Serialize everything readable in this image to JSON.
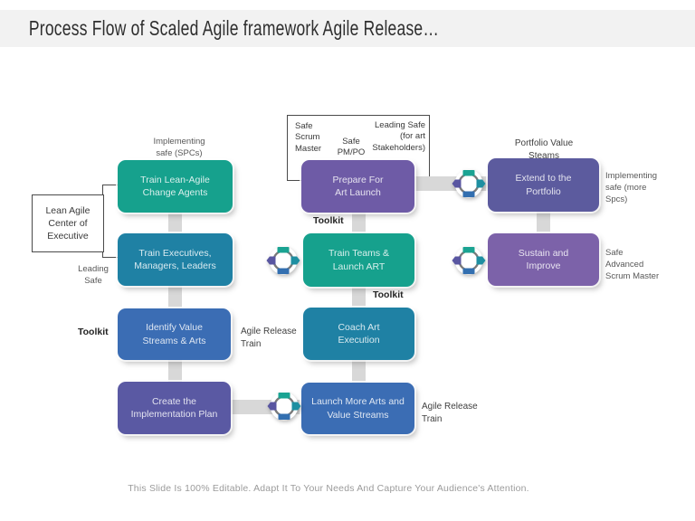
{
  "title": "Process Flow of Scaled Agile framework Agile Release…",
  "footer": "This Slide Is 100% Editable. Adapt It To Your Needs And Capture Your Audience's Attention.",
  "nodes": [
    {
      "id": "train-lean-agile-change-agents",
      "label": "Train Lean-Agile\nChange Agents",
      "color": "#16a18d"
    },
    {
      "id": "train-executives-managers-leaders",
      "label": "Train Executives,\nManagers, Leaders",
      "color": "#1f81a4"
    },
    {
      "id": "identify-value-streams-arts",
      "label": "Identify Value\nStreams & Arts",
      "color": "#3b6db4"
    },
    {
      "id": "create-implementation-plan",
      "label": "Create the\nImplementation Plan",
      "color": "#5a59a3"
    },
    {
      "id": "prepare-for-art-launch",
      "label": "Prepare For\nArt Launch",
      "color": "#6e5ba6"
    },
    {
      "id": "train-teams-launch-art",
      "label": "Train Teams &\nLaunch ART",
      "color": "#16a18d"
    },
    {
      "id": "coach-art-execution",
      "label": "Coach Art\nExecution",
      "color": "#1f81a4"
    },
    {
      "id": "launch-more-arts-value-streams",
      "label": "Launch More Arts  and\nValue Streams",
      "color": "#3b6db4"
    },
    {
      "id": "extend-to-the-portfolio",
      "label": "Extend to the\nPortfolio",
      "color": "#5c5b9e"
    },
    {
      "id": "sustain-and-improve",
      "label": "Sustain and\nImprove",
      "color": "#7c62a9"
    }
  ],
  "callouts": {
    "lean_agile_center": {
      "text": "Lean Agile\nCenter of\nExecutive"
    },
    "roles": {
      "scrum_master": "Safe\nScrum\nMaster",
      "pm_po": "Safe\nPM/PO",
      "leading_safe": "Leading Safe\n(for art\nStakeholders)"
    }
  },
  "labels": [
    {
      "id": "implementing-safe-spcs",
      "text": "Implementing\nsafe (SPCs)"
    },
    {
      "id": "leading-safe",
      "text": "Leading\nSafe"
    },
    {
      "id": "toolkit-left",
      "text": "Toolkit"
    },
    {
      "id": "agile-release-train-left",
      "text": "Agile Release\nTrain"
    },
    {
      "id": "toolkit-mid-top",
      "text": "Toolkit"
    },
    {
      "id": "toolkit-mid-bottom",
      "text": "Toolkit"
    },
    {
      "id": "agile-release-train-bottom",
      "text": "Agile Release\nTrain"
    },
    {
      "id": "portfolio-value-steams",
      "text": "Portfolio Value\nSteams"
    },
    {
      "id": "implementing-safe-more-spcs",
      "text": "Implementing\nsafe (more\nSpcs)"
    },
    {
      "id": "safe-advanced-scrum-master",
      "text": "Safe\nAdvanced\nScrum Master"
    }
  ],
  "icon": {
    "name": "process-cycle",
    "colors": {
      "ring": "#7a7a7a",
      "top": "#1aa392",
      "right": "#1e8fa1",
      "bottom": "#336fb0",
      "left": "#5956a1"
    }
  },
  "colors": {
    "title_bg": "#f2f2f2",
    "connector": "#d8d8d8",
    "title_text": "#2e2e2e",
    "footer_text": "#9b9b9b"
  }
}
